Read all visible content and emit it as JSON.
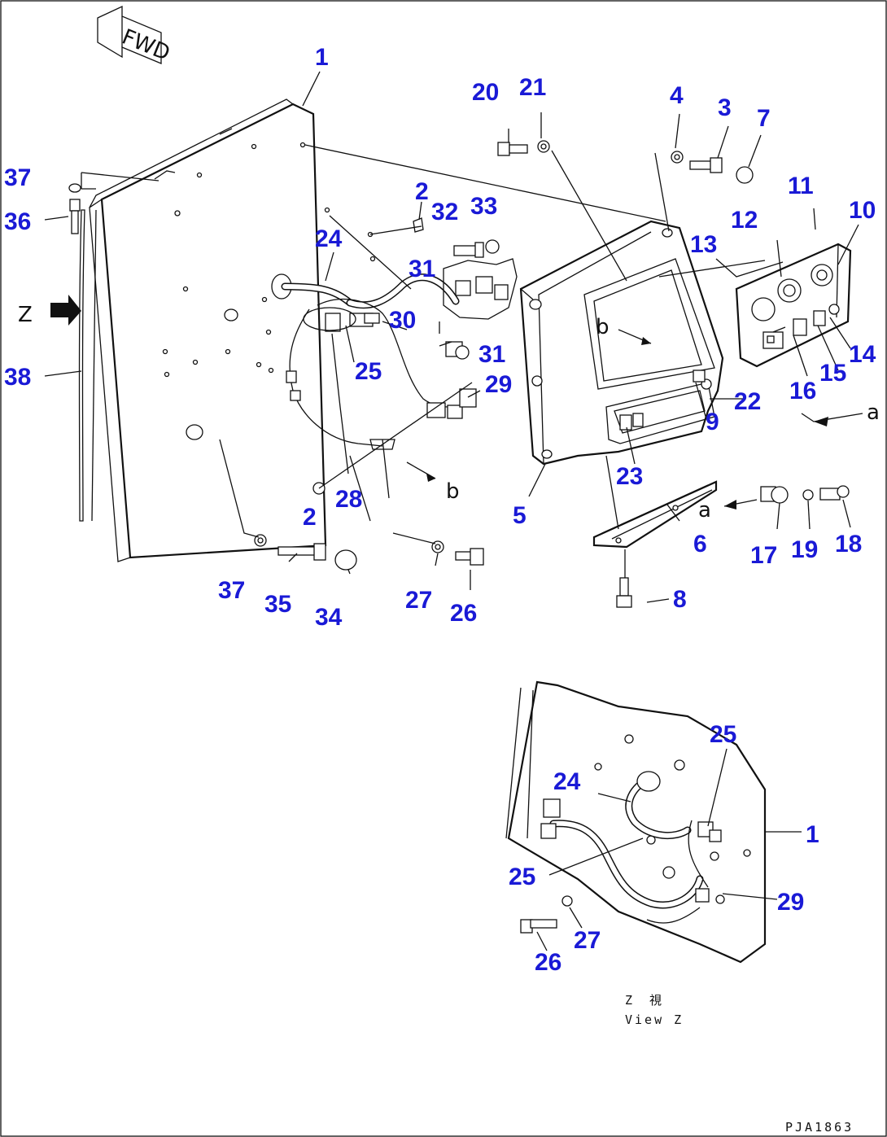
{
  "diagram": {
    "callouts": [
      "1",
      "2",
      "3",
      "4",
      "5",
      "6",
      "7",
      "8",
      "9",
      "10",
      "11",
      "12",
      "13",
      "14",
      "15",
      "16",
      "17",
      "18",
      "19",
      "20",
      "21",
      "22",
      "23",
      "24",
      "25",
      "26",
      "27",
      "28",
      "29",
      "30",
      "31",
      "32",
      "33",
      "34",
      "35",
      "36",
      "37",
      "38"
    ],
    "arrow_labels": {
      "forward": "FWD",
      "z": "Z",
      "a": "a",
      "b": "b"
    },
    "view_caption": {
      "line1": "Z　視",
      "line2": "View Z"
    },
    "drawing_number": "PJA1863"
  }
}
